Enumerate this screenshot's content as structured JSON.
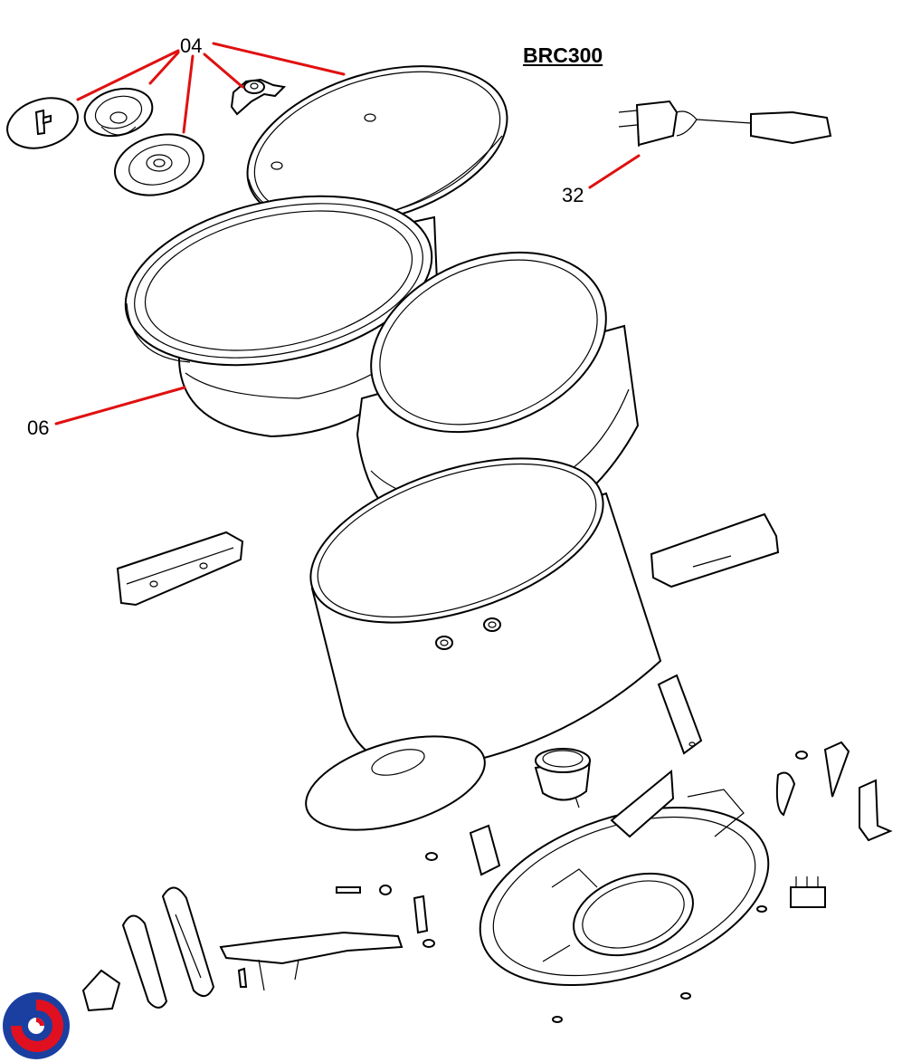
{
  "model": "BRC300",
  "callouts": {
    "c04": "04",
    "c06": "06",
    "c32": "32"
  },
  "icons": {
    "brand_logo": "spiral-logo-icon"
  },
  "colors": {
    "leader": "#e01010",
    "logo_blue": "#1a3fa0",
    "logo_red": "#e01020"
  }
}
